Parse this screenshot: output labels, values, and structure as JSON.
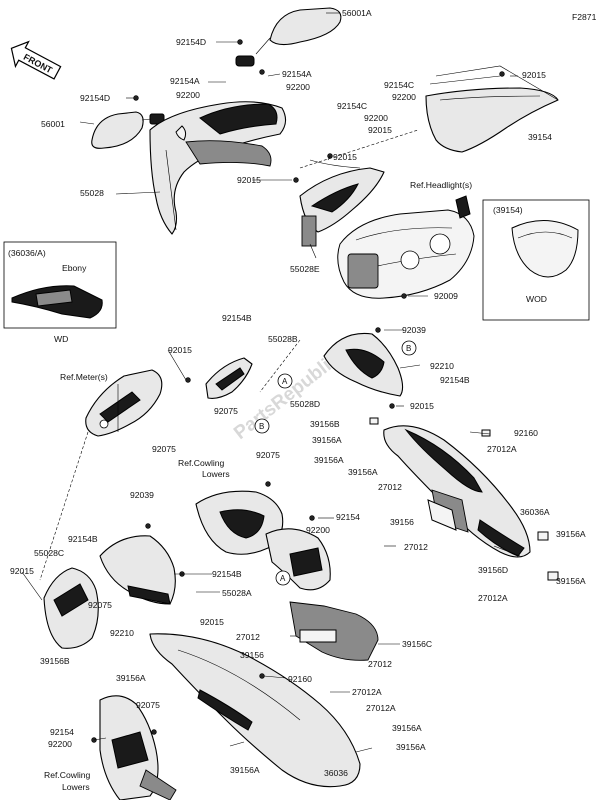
{
  "figure_code": "F2871",
  "front_label": "FRONT",
  "watermark": "PartsRepublik",
  "callouts": {
    "c1": "56001A",
    "c2": "92154D",
    "c3": "92154A",
    "c4": "92154A",
    "c5": "92200",
    "c6": "92200",
    "c7": "92154C",
    "c8": "92015",
    "c9": "92200",
    "c10": "92154D",
    "c11": "92154C",
    "c12": "56001",
    "c13": "92200",
    "c14": "92015",
    "c15": "39154",
    "c16": "92015",
    "c17": "55028",
    "c18": "92015",
    "c19": "Ref.Headlight(s)",
    "c20": "(39154)",
    "c21": "(36036/A)",
    "c22": "Ebony",
    "c23": "55028E",
    "c24": "92009",
    "c25": "WD",
    "c26": "WOD",
    "c27": "92154B",
    "c28": "55028B",
    "c29": "92039",
    "c30": "92015",
    "c31": "Ref.Meter(s)",
    "c32": "92210",
    "c33": "92154B",
    "c34": "55028D",
    "c35": "92075",
    "c36": "92015",
    "c37": "39156B",
    "c38": "92160",
    "c39": "39156A",
    "c40": "27012A",
    "c41": "39156A",
    "c42": "92075",
    "c43": "39156A",
    "c44": "92075",
    "c45": "Ref.Cowling",
    "c46": "Lowers",
    "c47": "27012",
    "c48": "92039",
    "c49": "36036A",
    "c50": "92154",
    "c51": "39156",
    "c52": "92200",
    "c53": "55028C",
    "c54": "92154B",
    "c55": "27012",
    "c56": "39156A",
    "c57": "92015",
    "c58": "39156D",
    "c59": "39156A",
    "c60": "92154B",
    "c61": "55028A",
    "c62": "27012A",
    "c63": "92075",
    "c64": "92210",
    "c65": "92015",
    "c66": "27012",
    "c67": "39156C",
    "c68": "39156B",
    "c69": "39156",
    "c70": "27012",
    "c71": "39156A",
    "c72": "92160",
    "c73": "27012A",
    "c74": "27012A",
    "c75": "92154",
    "c76": "92075",
    "c77": "39156A",
    "c78": "92200",
    "c79": "39156A",
    "c80": "Ref.Cowling",
    "c81": "Lowers",
    "c82": "39156A",
    "c83": "36036"
  },
  "ref_markers": {
    "a": "A",
    "b": "B"
  }
}
